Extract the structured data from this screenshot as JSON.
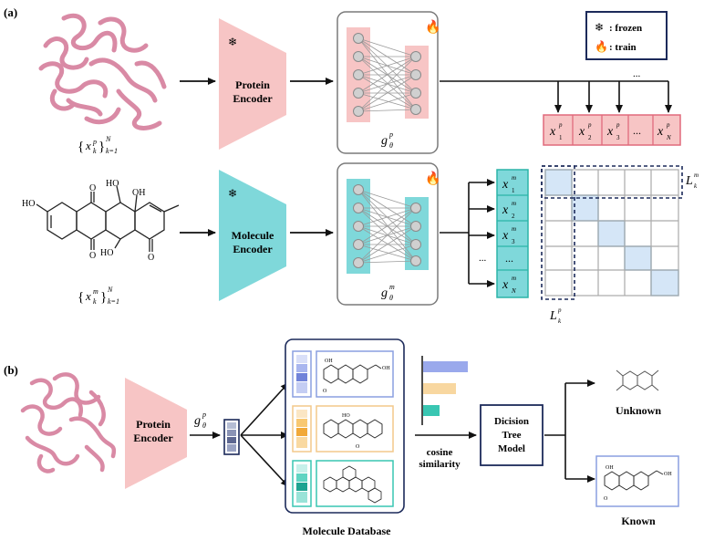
{
  "panel_a": {
    "label": "(a)",
    "protein_set": {
      "base": "x",
      "sup": "p",
      "sub": "k",
      "upper": "N",
      "lower": "k=1"
    },
    "molecule_set": {
      "base": "x",
      "sup": "m",
      "sub": "k",
      "upper": "N",
      "lower": "k=1"
    },
    "protein_encoder": {
      "line1": "Protein",
      "line2": "Encoder"
    },
    "molecule_encoder": {
      "line1": "Molecule",
      "line2": "Encoder"
    },
    "proj_p": {
      "base": "g",
      "sup": "p",
      "sub": "θ"
    },
    "proj_m": {
      "base": "g",
      "sup": "m",
      "sub": "θ"
    },
    "legend": {
      "frozen": ": frozen",
      "train": ": train"
    },
    "protein_emb": {
      "cells": [
        {
          "base": "x",
          "sup": "p",
          "sub": "1"
        },
        {
          "base": "x",
          "sup": "p",
          "sub": "2"
        },
        {
          "base": "x",
          "sup": "p",
          "sub": "3"
        },
        {
          "base": "...",
          "sup": "",
          "sub": ""
        },
        {
          "base": "x",
          "sup": "p",
          "sub": "N"
        }
      ],
      "arrow_dots": "..."
    },
    "molecule_emb": {
      "cells": [
        {
          "base": "x",
          "sup": "m",
          "sub": "1"
        },
        {
          "base": "x",
          "sup": "m",
          "sub": "2"
        },
        {
          "base": "x",
          "sup": "m",
          "sub": "3"
        },
        {
          "base": "...",
          "sup": "",
          "sub": ""
        },
        {
          "base": "x",
          "sup": "m",
          "sub": "N"
        }
      ],
      "arrow_dots": "..."
    },
    "loss_m": {
      "base": "L",
      "sup": "m",
      "sub": "k"
    },
    "loss_p": {
      "base": "L",
      "sup": "p",
      "sub": "k"
    },
    "molecule_labels": {
      "oh_top1": "HO",
      "oh_top2": "OH",
      "oh_left": "HO",
      "o_top": "O",
      "o_bot": "O",
      "oh_mid": "HO",
      "o_right": "O"
    }
  },
  "panel_b": {
    "label": "(b)",
    "protein_encoder": {
      "line1": "Protein",
      "line2": "Encoder"
    },
    "proj": {
      "base": "g",
      "sup": "p",
      "sub": "θ"
    },
    "database_title": "Molecule Database",
    "cosine": {
      "line1": "cosine",
      "line2": "similarity"
    },
    "tree": {
      "line1": "Dicision",
      "line2": "Tree",
      "line3": "Model"
    },
    "unknown": "Unknown",
    "known": "Known",
    "struct_text": {
      "oh": "OH",
      "o": "O",
      "oh2": "OH",
      "ho": "HO"
    }
  },
  "colors": {
    "pink": "#f7c5c5",
    "pink_border": "#e06a7c",
    "teal": "#7fd8da",
    "teal_border": "#2bb4a8",
    "navy": "#1c2a5a",
    "blue_bar": "#9aa9ec",
    "orange_bar": "#f8d7a0",
    "teal_bar": "#39c6b2"
  }
}
